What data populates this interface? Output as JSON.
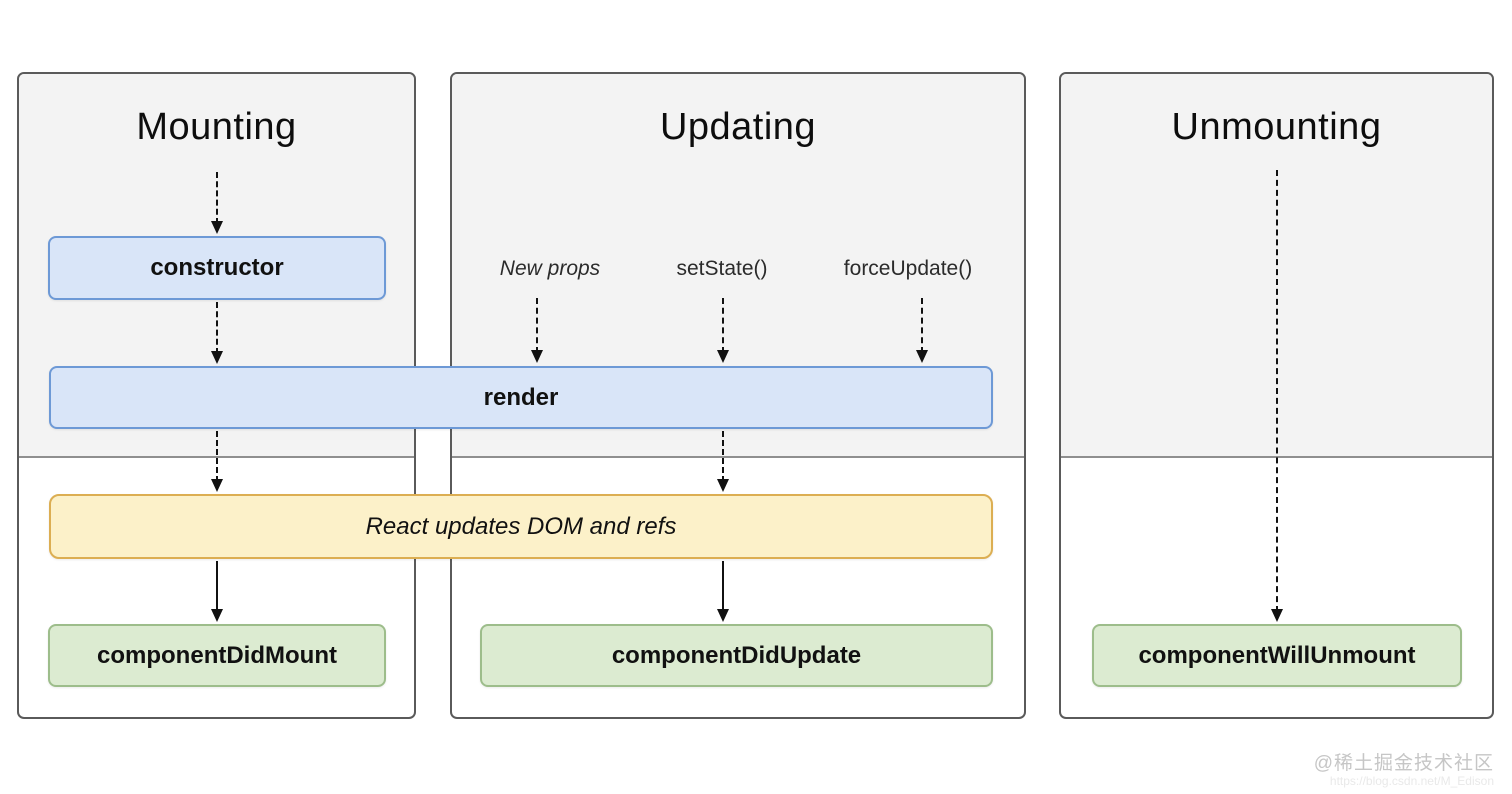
{
  "panels": {
    "mounting": {
      "title": "Mounting"
    },
    "updating": {
      "title": "Updating"
    },
    "unmounting": {
      "title": "Unmounting"
    }
  },
  "boxes": {
    "constructor": "constructor",
    "render": "render",
    "react_updates": "React updates DOM and refs",
    "did_mount": "componentDidMount",
    "did_update": "componentDidUpdate",
    "will_unmount": "componentWillUnmount"
  },
  "triggers": {
    "new_props": "New props",
    "set_state": "setState()",
    "force_update": "forceUpdate()"
  },
  "watermark": {
    "community": "@稀土掘金技术社区",
    "url": "https://blog.csdn.net/M_Edison"
  },
  "colors": {
    "panel_bg_top": "#f3f3f3",
    "panel_bg_bottom": "#ffffff",
    "panel_border": "#5a5a5a",
    "divider": "#8f8f8f",
    "blue_fill": "#d9e5f8",
    "blue_border": "#6d99d6",
    "yellow_fill": "#fcf1c9",
    "yellow_border": "#dcae52",
    "green_fill": "#dcebd1",
    "green_border": "#9dbd8b",
    "arrow_color": "#111111",
    "title_color": "#0d0d0d",
    "label_color": "#2b2b2b",
    "watermark_color": "#c6c6c6",
    "watermark_url_color": "#e9e9e9"
  }
}
